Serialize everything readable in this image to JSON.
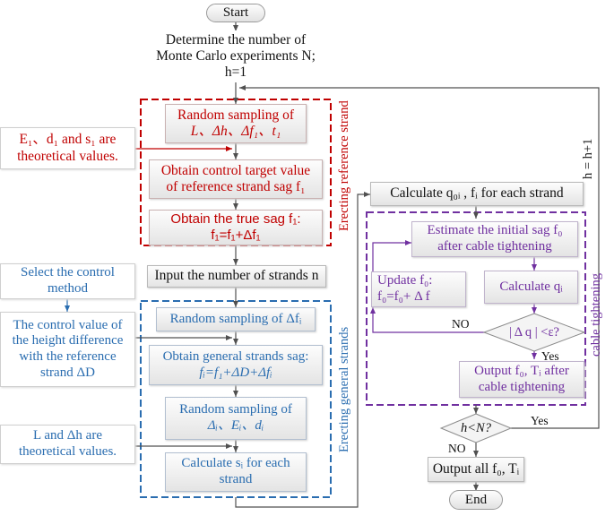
{
  "start": "Start",
  "end": "End",
  "determine": {
    "line1": "Determine the number of",
    "line2": "Monte Carlo experiments N;",
    "line3": "h=1"
  },
  "loop_label": "h = h+1",
  "ref_group": {
    "label": "Erecting reference strand",
    "sampling": {
      "line1": "Random sampling of",
      "line2": "L、Δh、Δf₁、t₁"
    },
    "control_target": {
      "line1": "Obtain control target value",
      "line2": "of reference strand sag f₁"
    },
    "true_sag": {
      "line1": "Obtain the true sag f₁:",
      "line2": "f₁=f₁+Δf₁"
    },
    "side_note": {
      "line1": "E₁、d₁ and s₁ are",
      "line2": "theoretical values."
    }
  },
  "input_strands": "Input the number of strands n",
  "gen_group": {
    "label": "Erecting general strands",
    "sampling_df": "Random sampling of Δfᵢ",
    "general_sag": {
      "line1": "Obtain general strands sag:",
      "line2": "fᵢ=f₁+ΔD+Δfᵢ"
    },
    "sampling2": {
      "line1": "Random sampling of",
      "line2": "Δᵢ、Eᵢ、dᵢ"
    },
    "calc_s": {
      "line1": "Calculate sᵢ for each",
      "line2": "strand"
    },
    "control_method": {
      "line1": "Select the control",
      "line2": "method"
    },
    "control_value": {
      "line1": "The control value of",
      "line2": "the height difference",
      "line3": "with the reference",
      "line4": "strand ΔD"
    },
    "theoretical": {
      "line1": "L and Δh  are",
      "line2": "theoretical values."
    }
  },
  "calc_q": "Calculate q₀ᵢ , fᵢ for each strand",
  "cable_group": {
    "label": "cable tightening",
    "estimate": {
      "line1": "Estimate the initial sag f₀",
      "line2": "after cable tightening"
    },
    "calc_qi": "Calculate qᵢ",
    "update": {
      "line1": "Update f₀:",
      "line2": "f₀=f₀+ Δ f"
    },
    "condition": "| Δ q |  <ε?",
    "no": "NO",
    "yes": "Yes",
    "output": {
      "line1": "Output f₀, Tᵢ after",
      "line2": "cable tightening"
    }
  },
  "outer_cond": "h<N?",
  "outer_yes": "Yes",
  "outer_no": "NO",
  "output_all": "Output all f₀, Tᵢ",
  "colors": {
    "red": "#c00000",
    "blue": "#2a6db0",
    "purple": "#7030a0",
    "line": "#505050"
  }
}
